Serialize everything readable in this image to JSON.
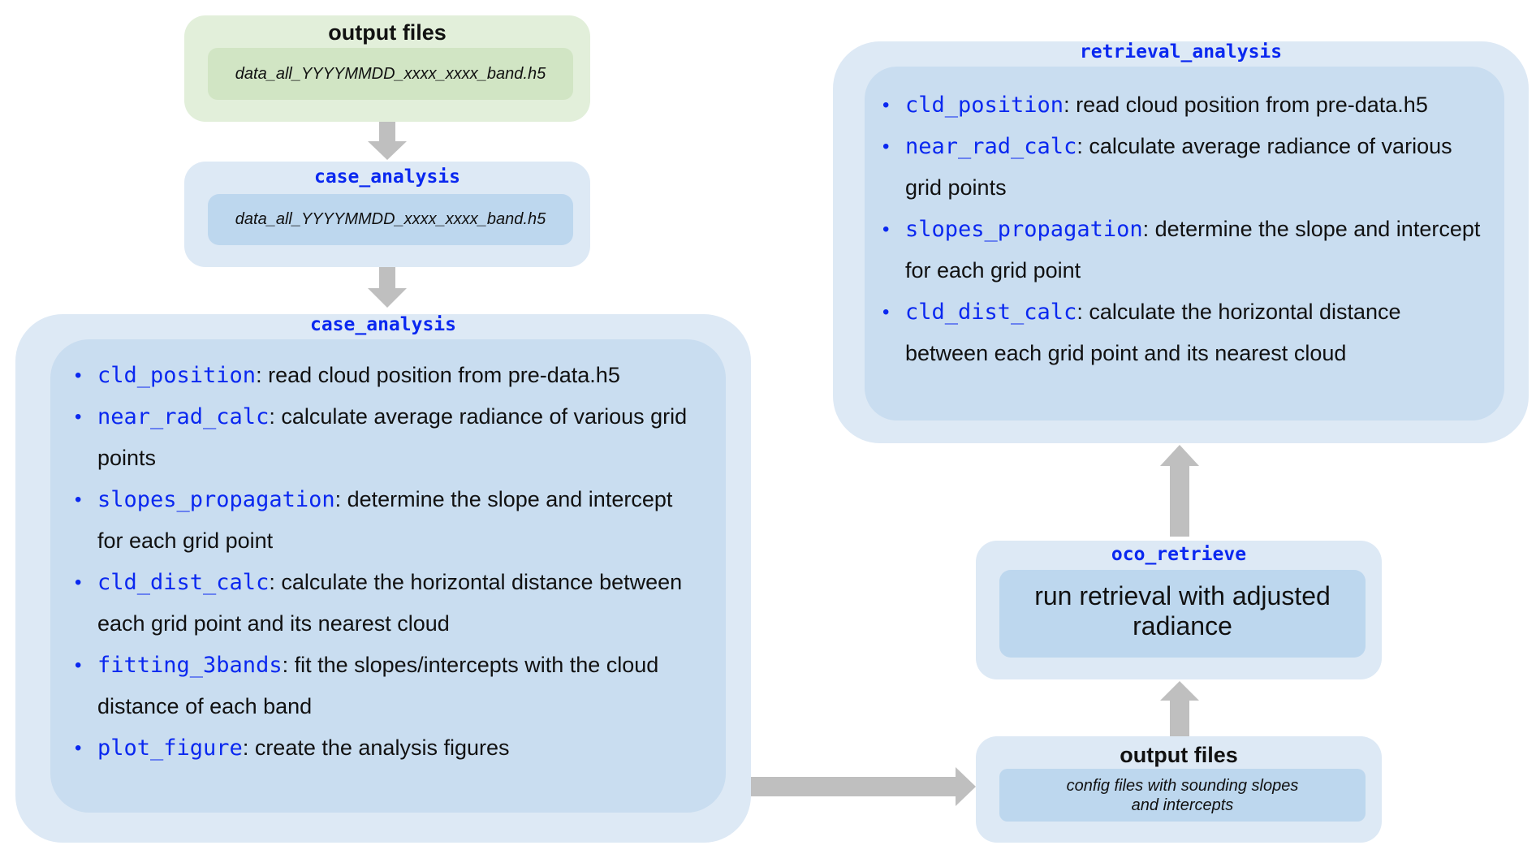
{
  "colors": {
    "green_outer": "#e2efda",
    "green_inner": "#d1e5c4",
    "blue_outer": "#dde9f5",
    "blue_inner": "#c9ddf0",
    "blue_inner_small": "#bdd7ee",
    "arrow": "#bfbfbf",
    "code_blue": "#0a28f0"
  },
  "top_output": {
    "title": "output files",
    "file": "data_all_YYYYMMDD_xxxx_xxxx_band.h5"
  },
  "case_small": {
    "title": "case_analysis",
    "file": "data_all_YYYYMMDD_xxxx_xxxx_band.h5"
  },
  "case_big": {
    "title": "case_analysis",
    "steps": [
      {
        "func": "cld_position",
        "desc": ": read cloud position from pre-data.h5"
      },
      {
        "func": "near_rad_calc",
        "desc": ": calculate average radiance of various grid points"
      },
      {
        "func": "slopes_propagation",
        "desc": ": determine the slope and intercept for each grid point"
      },
      {
        "func": "cld_dist_calc",
        "desc": ": calculate the horizontal distance between each grid point and its nearest cloud"
      },
      {
        "func": "fitting_3bands",
        "desc": ": fit the slopes/intercepts with the cloud distance of each band"
      },
      {
        "func": "plot_figure",
        "desc": ": create the analysis figures"
      }
    ]
  },
  "retrieval": {
    "title": "retrieval_analysis",
    "steps": [
      {
        "func": "cld_position",
        "desc": ": read cloud position from pre-data.h5"
      },
      {
        "func": "near_rad_calc",
        "desc": ": calculate average radiance of various grid points"
      },
      {
        "func": "slopes_propagation",
        "desc": ": determine the slope and intercept for each grid point"
      },
      {
        "func": "cld_dist_calc",
        "desc": ": calculate the horizontal distance between each grid point and its nearest cloud"
      }
    ]
  },
  "oco": {
    "title": "oco_retrieve",
    "text": "run retrieval with adjusted radiance"
  },
  "bottom_output": {
    "title": "output files",
    "file": "config files with sounding slopes and intercepts"
  }
}
